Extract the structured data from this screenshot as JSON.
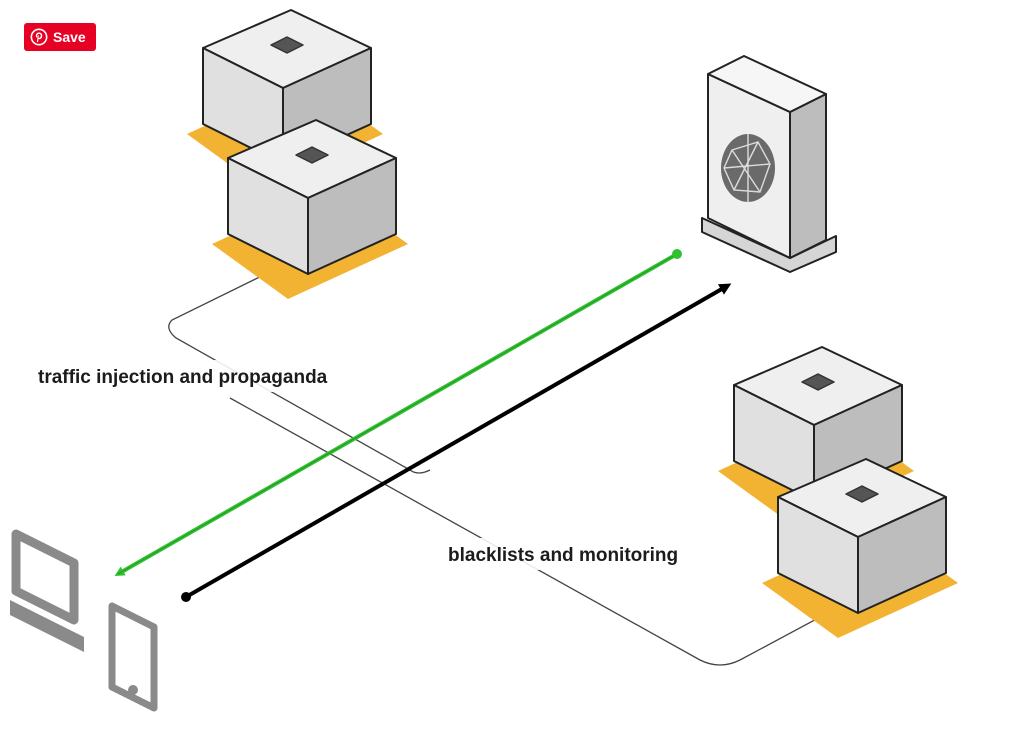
{
  "pin_button": {
    "label": "Save",
    "icon": "pinterest-icon",
    "color": "#e60023"
  },
  "diagram": {
    "labels": {
      "top_link": "traffic injection and propaganda",
      "bottom_link": "blacklists and monitoring"
    },
    "nodes": [
      {
        "id": "server-cluster-top",
        "icon": "server-cube-icon",
        "count": 2
      },
      {
        "id": "server-cluster-right",
        "icon": "server-cube-icon",
        "count": 2
      },
      {
        "id": "tor-server",
        "icon": "tor-onion-server-icon"
      },
      {
        "id": "user-devices",
        "icon": "desktop-and-phone-icon"
      }
    ],
    "colors": {
      "platform": "#f2b332",
      "cube_top": "#efefef",
      "cube_left": "#e0e0e0",
      "cube_right": "#bdbdbd",
      "outline": "#222222",
      "green_arrow": "#2fc12f",
      "black_arrow": "#000000",
      "device": "#8a8a8a"
    }
  }
}
